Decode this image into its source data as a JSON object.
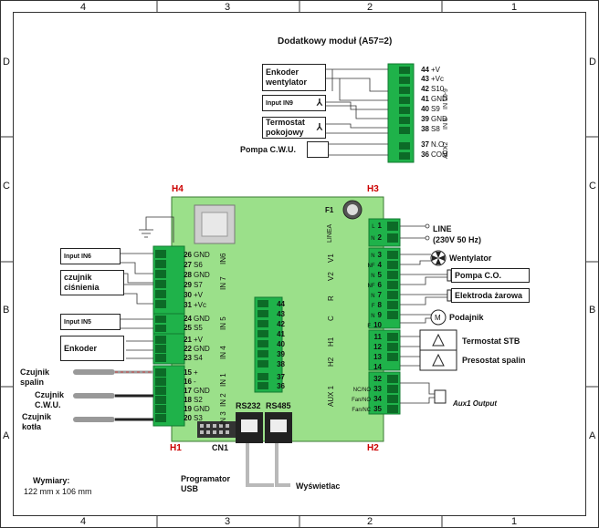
{
  "grid": {
    "columns": [
      "4",
      "3",
      "2",
      "1"
    ],
    "rows": [
      "D",
      "C",
      "B",
      "A"
    ]
  },
  "module_title": "Dodatkowy moduł (A57=2)",
  "module": {
    "boxes": {
      "enkoder_wentylator": "Enkoder wentylator",
      "input_in9": "Input IN9",
      "termostat_pokojowy": "Termostat pokojowy",
      "pompa_cwu": "Pompa C.W.U."
    },
    "pins": [
      {
        "num": "44",
        "label": "+V"
      },
      {
        "num": "43",
        "label": "+Vc"
      },
      {
        "num": "42",
        "label": "S10"
      },
      {
        "num": "41",
        "label": "GND"
      },
      {
        "num": "40",
        "label": "S9"
      },
      {
        "num": "39",
        "label": "GND"
      },
      {
        "num": "38",
        "label": "S8"
      },
      {
        "num": "37",
        "label": "N.O."
      },
      {
        "num": "36",
        "label": "COM"
      }
    ],
    "groups": {
      "in10_9": "IN 10-9",
      "in8": "IN 8",
      "aux2": "AUX2"
    }
  },
  "board": {
    "corners": {
      "h1": "H1",
      "h2": "H2",
      "h3": "H3",
      "h4": "H4"
    },
    "fuse": "F1",
    "cn1": "CN1",
    "rs232": "RS232",
    "rs485": "RS485",
    "left_pins": [
      {
        "num": "26",
        "label": "GND"
      },
      {
        "num": "27",
        "label": "S6"
      },
      {
        "num": "28",
        "label": "GND"
      },
      {
        "num": "29",
        "label": "S7"
      },
      {
        "num": "30",
        "label": "+V"
      },
      {
        "num": "31",
        "label": "+Vc"
      },
      {
        "num": "24",
        "label": "GND"
      },
      {
        "num": "25",
        "label": "S5"
      },
      {
        "num": "21",
        "label": "+V"
      },
      {
        "num": "22",
        "label": "GND"
      },
      {
        "num": "23",
        "label": "S4"
      },
      {
        "num": "15",
        "label": "+"
      },
      {
        "num": "16",
        "label": "-"
      },
      {
        "num": "17",
        "label": "GND"
      },
      {
        "num": "18",
        "label": "S2"
      },
      {
        "num": "19",
        "label": "GND"
      },
      {
        "num": "20",
        "label": "S3"
      }
    ],
    "left_groups": {
      "in6": "IN6",
      "in7": "IN 7",
      "in5": "IN 5",
      "in4": "IN 4",
      "in1": "IN 1",
      "in2": "IN 2",
      "in3": "IN 3"
    },
    "mid_pins": [
      "44",
      "43",
      "42",
      "41",
      "40",
      "39",
      "38",
      "37",
      "36"
    ],
    "right_pins": [
      {
        "num": "1",
        "label": "L"
      },
      {
        "num": "2",
        "label": "N"
      },
      {
        "num": "3",
        "label": "N"
      },
      {
        "num": "4",
        "label": "NF"
      },
      {
        "num": "5",
        "label": "N"
      },
      {
        "num": "6",
        "label": "NF"
      },
      {
        "num": "7",
        "label": "N"
      },
      {
        "num": "8",
        "label": "F"
      },
      {
        "num": "9",
        "label": "N"
      },
      {
        "num": "10",
        "label": "F"
      },
      {
        "num": "11",
        "label": ""
      },
      {
        "num": "12",
        "label": ""
      },
      {
        "num": "13",
        "label": ""
      },
      {
        "num": "14",
        "label": ""
      },
      {
        "num": "32",
        "label": ""
      },
      {
        "num": "33",
        "label": "NC/NO"
      },
      {
        "num": "34",
        "label": "Fan/NO"
      },
      {
        "num": "35",
        "label": "Fan/NC"
      }
    ],
    "right_groups": {
      "linea": "LINEA",
      "v1": "V1",
      "v2": "V2",
      "r": "R",
      "c": "C",
      "h1": "H1",
      "h2": "H2",
      "aux1": "AUX 1"
    }
  },
  "left_labels": {
    "input_in6": "Input IN6",
    "czujnik_cisnienia": "czujnik ciśnienia",
    "input_in5": "Input IN5",
    "enkoder": "Enkoder",
    "czujnik_spalin": "Czujnik spalin",
    "czujnik_cwu": "Czujnik C.W.U.",
    "czujnik_kotla": "Czujnik kotła"
  },
  "right_labels": {
    "line": "LINE",
    "line_sub": "(230V 50 Hz)",
    "wentylator": "Wentylator",
    "pompa_co": "Pompa C.O.",
    "elektroda": "Elektroda żarowa",
    "podajnik": "Podajnik",
    "motor_symbol": "M",
    "termostat_stb": "Termostat STB",
    "presostat": "Presostat spalin",
    "aux1_output": "Aux1 Output"
  },
  "bottom": {
    "wymiary_label": "Wymiary:",
    "wymiary_value": "122 mm x 106 mm",
    "programator": "Programator USB",
    "wyswietlacz": "Wyświetlac"
  },
  "colors": {
    "board": "#9be08a",
    "connector": "#1fb24a",
    "board_border": "#3a7a33",
    "corner_mark": "#cc0000"
  }
}
